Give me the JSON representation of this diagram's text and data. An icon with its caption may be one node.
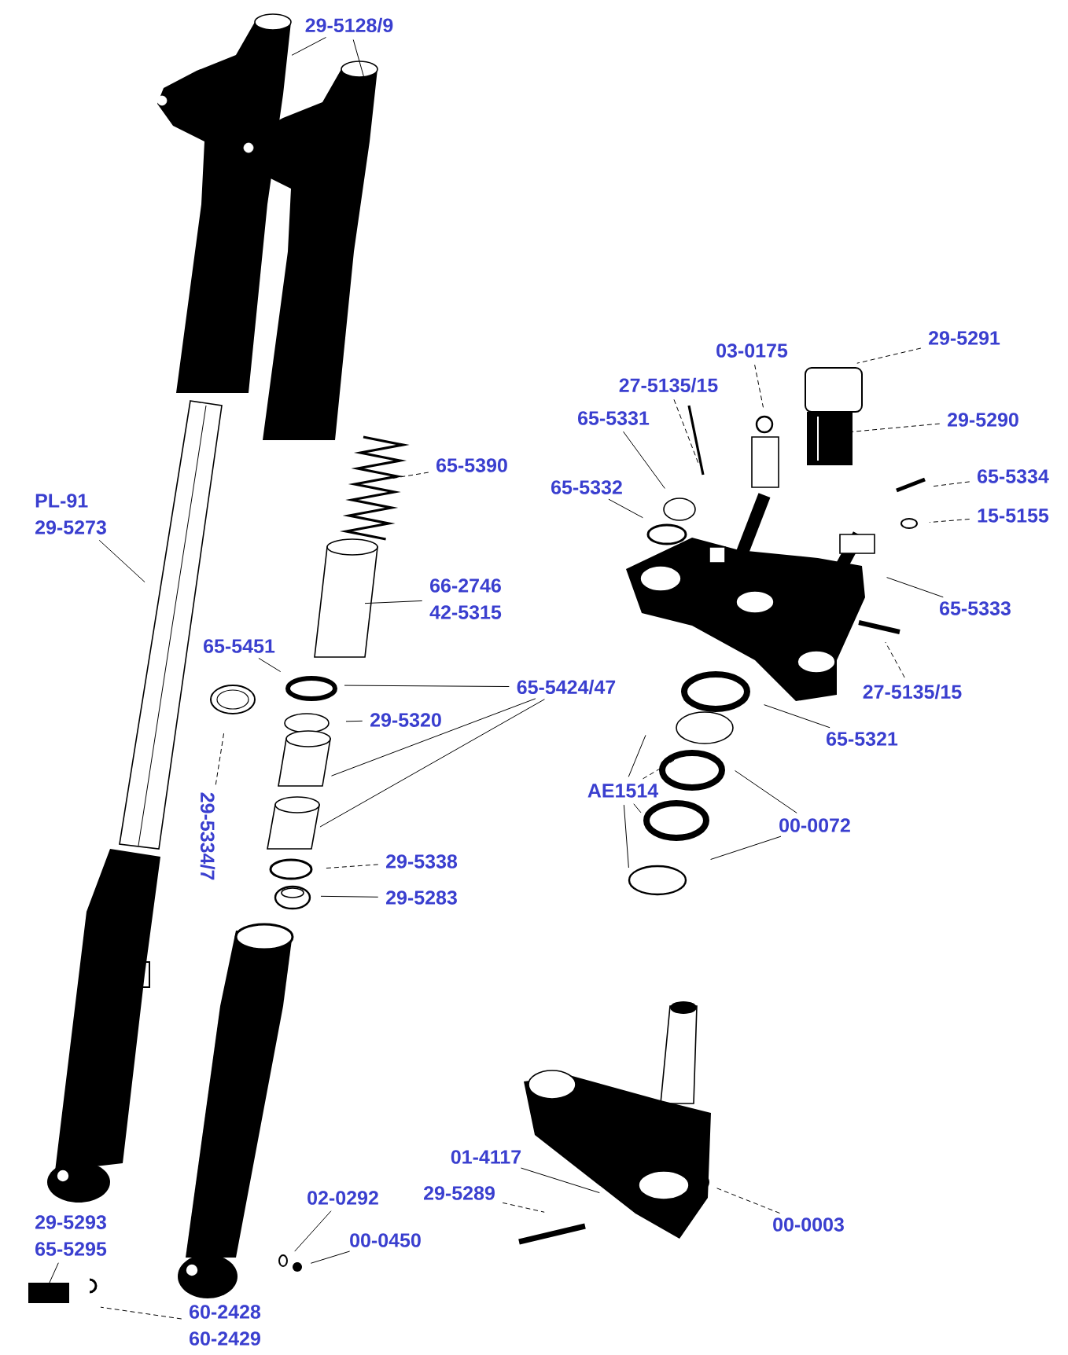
{
  "diagram": {
    "nodes": [
      {
        "text": [
          "29-5128/9"
        ]
      },
      {
        "text": [
          "65-5390"
        ]
      },
      {
        "text": [
          "PL-91",
          "29-5273"
        ]
      },
      {
        "text": [
          "66-2746",
          "42-5315"
        ]
      },
      {
        "text": [
          "65-5451"
        ]
      },
      {
        "text": [
          "65-5424/47"
        ]
      },
      {
        "text": [
          "29-5320"
        ]
      },
      {
        "text": [
          "29-5334/7"
        ]
      },
      {
        "text": [
          "29-5338"
        ]
      },
      {
        "text": [
          "29-5283"
        ]
      },
      {
        "text": [
          "29-5291"
        ]
      },
      {
        "text": [
          "03-0175"
        ]
      },
      {
        "text": [
          "27-5135/15"
        ]
      },
      {
        "text": [
          "65-5331"
        ]
      },
      {
        "text": [
          "65-5332"
        ]
      },
      {
        "text": [
          "29-5290"
        ]
      },
      {
        "text": [
          "65-5334"
        ]
      },
      {
        "text": [
          "15-5155"
        ]
      },
      {
        "text": [
          "65-5333"
        ]
      },
      {
        "text": [
          "27-5135/15"
        ]
      },
      {
        "text": [
          "65-5321"
        ]
      },
      {
        "text": [
          "AE1514"
        ]
      },
      {
        "text": [
          "00-0072"
        ]
      },
      {
        "text": [
          "01-4117"
        ]
      },
      {
        "text": [
          "29-5289"
        ]
      },
      {
        "text": [
          "00-0003"
        ]
      },
      {
        "text": [
          "02-0292"
        ]
      },
      {
        "text": [
          "00-0450"
        ]
      },
      {
        "text": [
          "29-5293",
          "65-5295"
        ]
      },
      {
        "text": [
          "60-2428",
          "60-2429"
        ]
      }
    ],
    "edges": [
      {
        "from": 0,
        "to": null,
        "arrow": "none"
      },
      {
        "from": 0,
        "to": null,
        "arrow": "none"
      },
      {
        "from": 1,
        "to": null,
        "arrow": "none",
        "style": "dashed"
      },
      {
        "from": 2,
        "to": null,
        "arrow": "none"
      },
      {
        "from": 3,
        "to": null,
        "arrow": "none"
      },
      {
        "from": 4,
        "to": null,
        "arrow": "none"
      },
      {
        "from": 5,
        "to": null,
        "arrow": "none"
      },
      {
        "from": 5,
        "to": null,
        "arrow": "none"
      },
      {
        "from": 5,
        "to": null,
        "arrow": "none"
      },
      {
        "from": 6,
        "to": null,
        "arrow": "none"
      },
      {
        "from": 7,
        "to": null,
        "arrow": "none",
        "style": "dashed"
      },
      {
        "from": 8,
        "to": null,
        "arrow": "none",
        "style": "dashed"
      },
      {
        "from": 9,
        "to": null,
        "arrow": "none"
      },
      {
        "from": 10,
        "to": null,
        "arrow": "none",
        "style": "dashed"
      },
      {
        "from": 11,
        "to": null,
        "arrow": "none",
        "style": "dashed"
      },
      {
        "from": 12,
        "to": null,
        "arrow": "none",
        "style": "dashed"
      },
      {
        "from": 13,
        "to": null,
        "arrow": "none"
      },
      {
        "from": 14,
        "to": null,
        "arrow": "none"
      },
      {
        "from": 15,
        "to": null,
        "arrow": "none",
        "style": "dashed"
      },
      {
        "from": 16,
        "to": null,
        "arrow": "none",
        "style": "dashed"
      },
      {
        "from": 17,
        "to": null,
        "arrow": "none",
        "style": "dashed"
      },
      {
        "from": 18,
        "to": null,
        "arrow": "none"
      },
      {
        "from": 19,
        "to": null,
        "arrow": "none",
        "style": "dashed"
      },
      {
        "from": 20,
        "to": null,
        "arrow": "none"
      },
      {
        "from": 21,
        "to": null,
        "arrow": "none"
      },
      {
        "from": 21,
        "to": null,
        "arrow": "none",
        "style": "dashed"
      },
      {
        "from": 21,
        "to": null,
        "arrow": "none"
      },
      {
        "from": 21,
        "to": null,
        "arrow": "none"
      },
      {
        "from": 22,
        "to": null,
        "arrow": "none"
      },
      {
        "from": 22,
        "to": null,
        "arrow": "none"
      },
      {
        "from": 23,
        "to": null,
        "arrow": "none"
      },
      {
        "from": 24,
        "to": null,
        "arrow": "none",
        "style": "dashed"
      },
      {
        "from": 25,
        "to": null,
        "arrow": "none",
        "style": "dashed"
      },
      {
        "from": 26,
        "to": null,
        "arrow": "none"
      },
      {
        "from": 27,
        "to": null,
        "arrow": "none"
      },
      {
        "from": 28,
        "to": null,
        "arrow": "none"
      },
      {
        "from": 29,
        "to": null,
        "arrow": "none",
        "style": "dashed"
      }
    ]
  }
}
